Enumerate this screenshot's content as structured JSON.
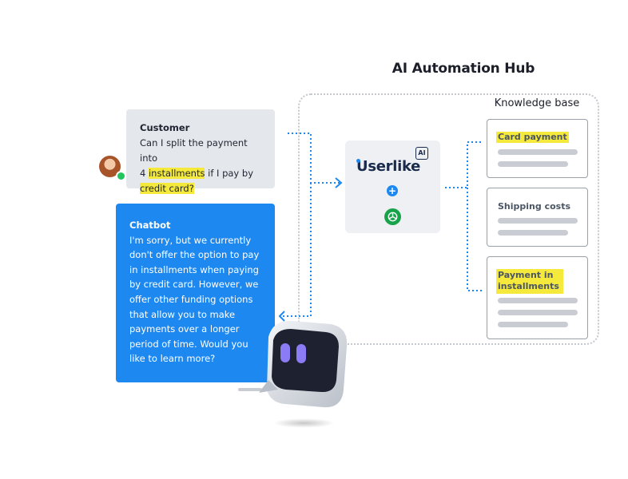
{
  "hub_title": "AI Automation Hub",
  "knowledge_base_title": "Knowledge base",
  "customer": {
    "name": "Customer",
    "msg_1": "Can I split the payment into",
    "msg_2a": "4 ",
    "msg_2b": "installments",
    "msg_2c": " if I pay by",
    "msg_3": "credit card?"
  },
  "chatbot": {
    "name": "Chatbot",
    "lines": [
      "I'm sorry, but we currently",
      "don't offer the option to pay",
      "in installments when paying",
      "by credit card. However, we",
      "offer other funding options",
      "that allow you to make",
      "payments over a longer",
      "period of time. Would you",
      "like to learn more?"
    ]
  },
  "hub": {
    "brand": "Userlike",
    "ai_badge": "AI",
    "plus": "+",
    "icons": [
      "ai-chip-icon",
      "plus-icon",
      "openai-icon"
    ]
  },
  "knowledge_base": {
    "cards": [
      {
        "label": "Card payment",
        "highlighted": true
      },
      {
        "label": "Shipping costs",
        "highlighted": false
      },
      {
        "label_1": "Payment in",
        "label_2": "installments",
        "highlighted": true
      }
    ]
  },
  "colors": {
    "accent_blue": "#1d88f0",
    "highlight": "#f5ea3c",
    "bubble_gray": "#e4e7ec",
    "robot_face": "#1e2230",
    "robot_eyes": "#8b7cf6"
  }
}
